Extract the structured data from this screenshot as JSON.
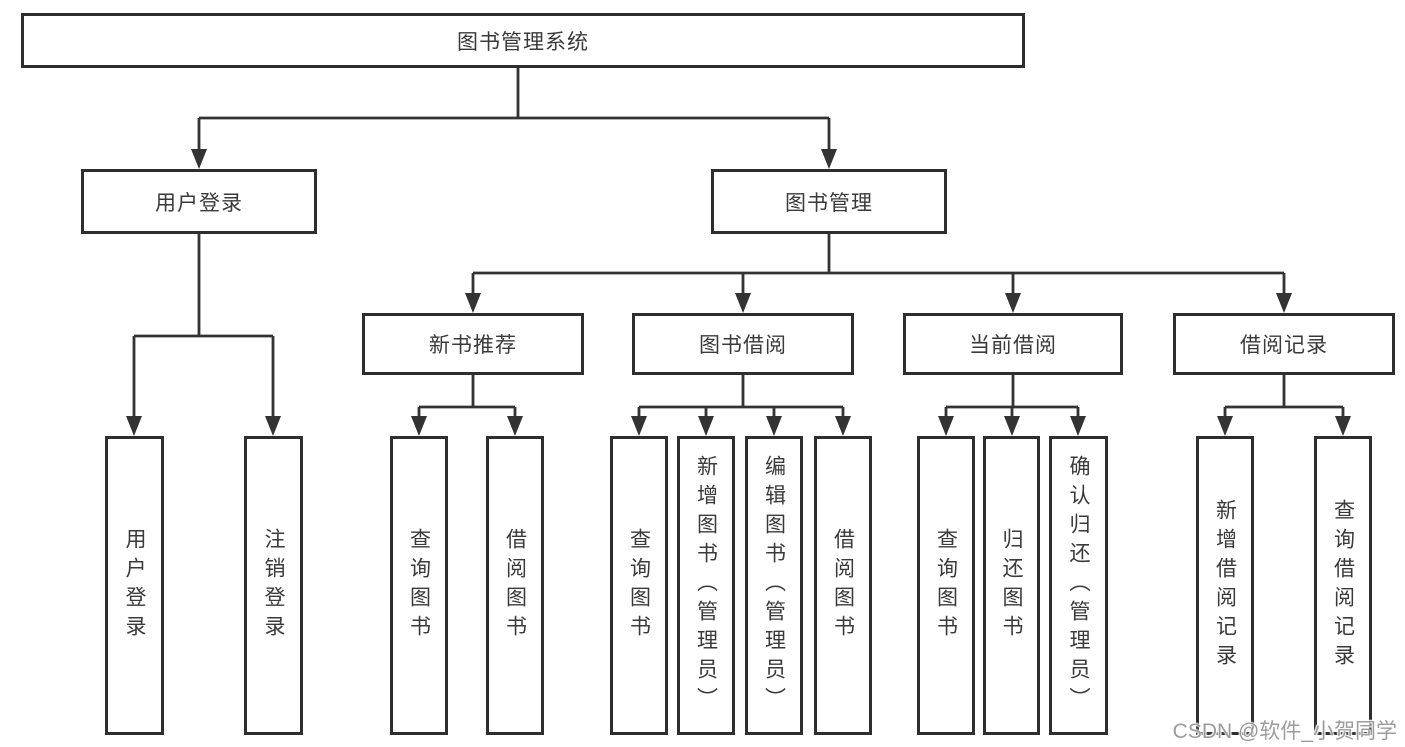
{
  "title": "图书管理系统",
  "colors": {
    "background": "#ffffff",
    "box_border": "#2e2e2e",
    "box_fill": "#ffffff",
    "line": "#333333",
    "text": "#3a3a3a",
    "watermark": "#9c9c9c"
  },
  "nodes": {
    "root": "图书管理系统",
    "user_login_group": "用户登录",
    "book_mgmt": "图书管理",
    "new_book_rec": "新书推荐",
    "book_borrow": "图书借阅",
    "current_borrow": "当前借阅",
    "borrow_records": "借阅记录",
    "leaf_user_login": "用户登录",
    "leaf_logout": "注销登录",
    "leaf_nbr_query_book": "查询图书",
    "leaf_nbr_borrow_book": "借阅图书",
    "leaf_bb_query_book": "查询图书",
    "leaf_bb_add_book": "新增图书（管理员）",
    "leaf_bb_edit_book": "编辑图书（管理员）",
    "leaf_bb_borrow_book": "借阅图书",
    "leaf_cb_query_book": "查询图书",
    "leaf_cb_return_book": "归还图书",
    "leaf_cb_confirm_return": "确认归还（管理员）",
    "leaf_br_add_record": "新增借阅记录",
    "leaf_br_query_record": "查询借阅记录"
  },
  "hierarchy": {
    "图书管理系统": {
      "用户登录": [
        "用户登录",
        "注销登录"
      ],
      "图书管理": {
        "新书推荐": [
          "查询图书",
          "借阅图书"
        ],
        "图书借阅": [
          "查询图书",
          "新增图书（管理员）",
          "编辑图书（管理员）",
          "借阅图书"
        ],
        "当前借阅": [
          "查询图书",
          "归还图书",
          "确认归还（管理员）"
        ],
        "借阅记录": [
          "新增借阅记录",
          "查询借阅记录"
        ]
      }
    }
  },
  "watermark": {
    "text": "CSDN @软件_小贺同学",
    "color": "#9c9c9c"
  }
}
